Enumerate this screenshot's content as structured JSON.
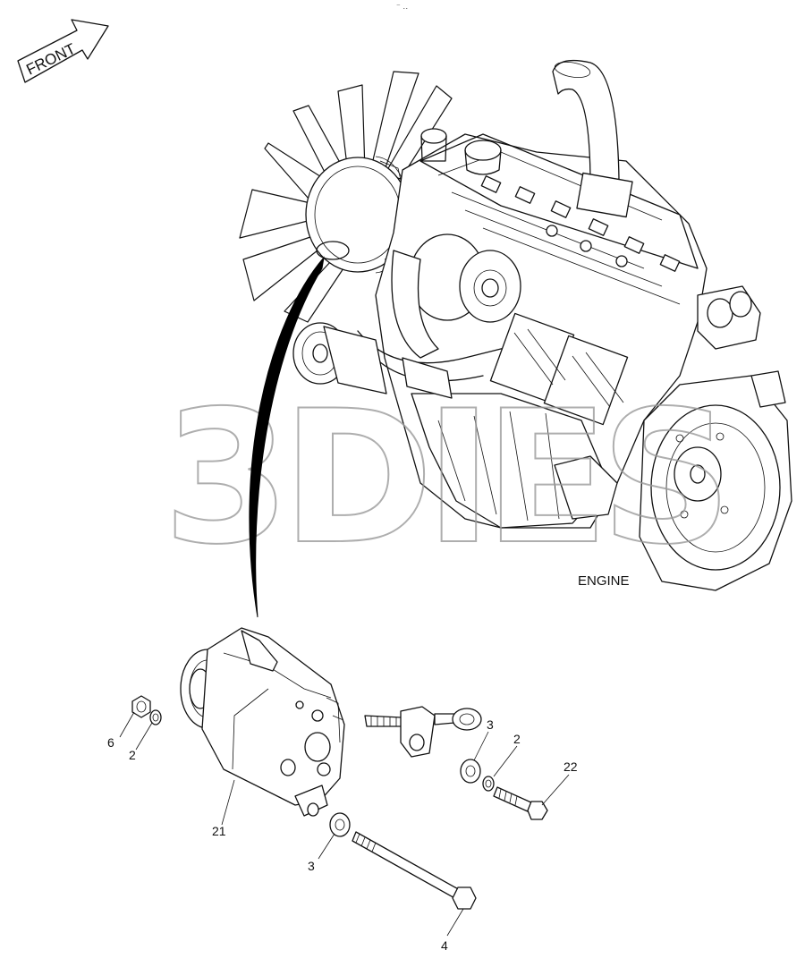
{
  "front_arrow": {
    "label": "FRONT"
  },
  "engine": {
    "label": "ENGINE"
  },
  "watermark": {
    "text": "3DIES"
  },
  "top_mark": {
    "text": "⁻ ‥"
  },
  "callouts": [
    {
      "id": "6",
      "part": "nut"
    },
    {
      "id": "2",
      "part": "spring-washer-left"
    },
    {
      "id": "21",
      "part": "alternator"
    },
    {
      "id": "3",
      "part": "flat-washer-front"
    },
    {
      "id": "2",
      "part": "spring-washer-right"
    },
    {
      "id": "22",
      "part": "short-bolt"
    },
    {
      "id": "3",
      "part": "flat-washer-lower"
    },
    {
      "id": "4",
      "part": "long-bolt"
    }
  ]
}
